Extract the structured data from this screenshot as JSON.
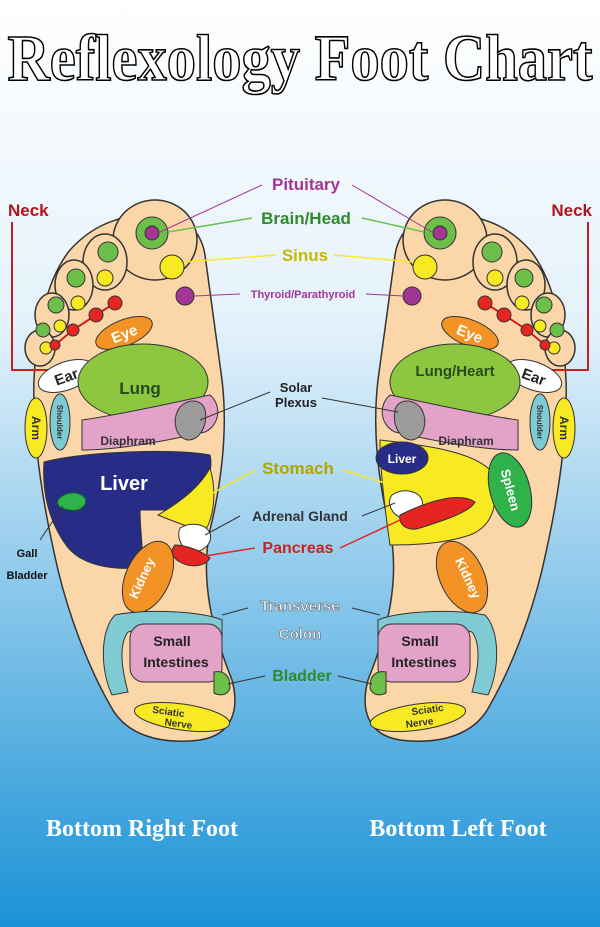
{
  "title": "Reflexology Foot Chart",
  "colors": {
    "bg_top": "#ffffff",
    "bg_bottom": "#1a92d6",
    "skin": "#fbd6a9",
    "green": "#6cc04a",
    "yellow": "#f7ea22",
    "red": "#e52521",
    "purple": "#a33596",
    "orange": "#f39325",
    "pink": "#e3a3c9",
    "navy": "#272c86",
    "teal": "#7ecbd4",
    "gray": "#9b9b9b",
    "neck_red": "#cc1e1e",
    "stomach_yellow": "#f7ea22"
  },
  "center_labels": {
    "pituitary": "Pituitary",
    "brain_head": "Brain/Head",
    "sinus": "Sinus",
    "thyroid": "Thyroid/Parathyroid",
    "solar_plexus_1": "Solar",
    "solar_plexus_2": "Plexus",
    "stomach": "Stomach",
    "adrenal": "Adrenal Gland",
    "pancreas": "Pancreas",
    "transverse_1": "Transverse",
    "transverse_2": "Colon",
    "bladder": "Bladder"
  },
  "right_foot": {
    "caption": "Bottom Right Foot",
    "neck": "Neck",
    "eye": "Eye",
    "ear": "Ear",
    "arm": "Arm",
    "shoulder": "Shoulder",
    "lung": "Lung",
    "diaphram": "Diaphram",
    "liver": "Liver",
    "gall_1": "Gall",
    "gall_2": "Bladder",
    "kidney": "Kidney",
    "small_1": "Small",
    "small_2": "Intestines",
    "sciatic_1": "Sciatic",
    "sciatic_2": "Nerve"
  },
  "left_foot": {
    "caption": "Bottom Left Foot",
    "neck": "Neck",
    "eye": "Eye",
    "ear": "Ear",
    "arm": "Arm",
    "shoulder": "Shoulder",
    "lung_heart": "Lung/Heart",
    "diaphram": "Diaphram",
    "liver": "Liver",
    "spleen": "Spleen",
    "kidney": "Kidney",
    "small_1": "Small",
    "small_2": "Intestines",
    "sciatic_1": "Sciatic",
    "sciatic_2": "Nerve"
  }
}
